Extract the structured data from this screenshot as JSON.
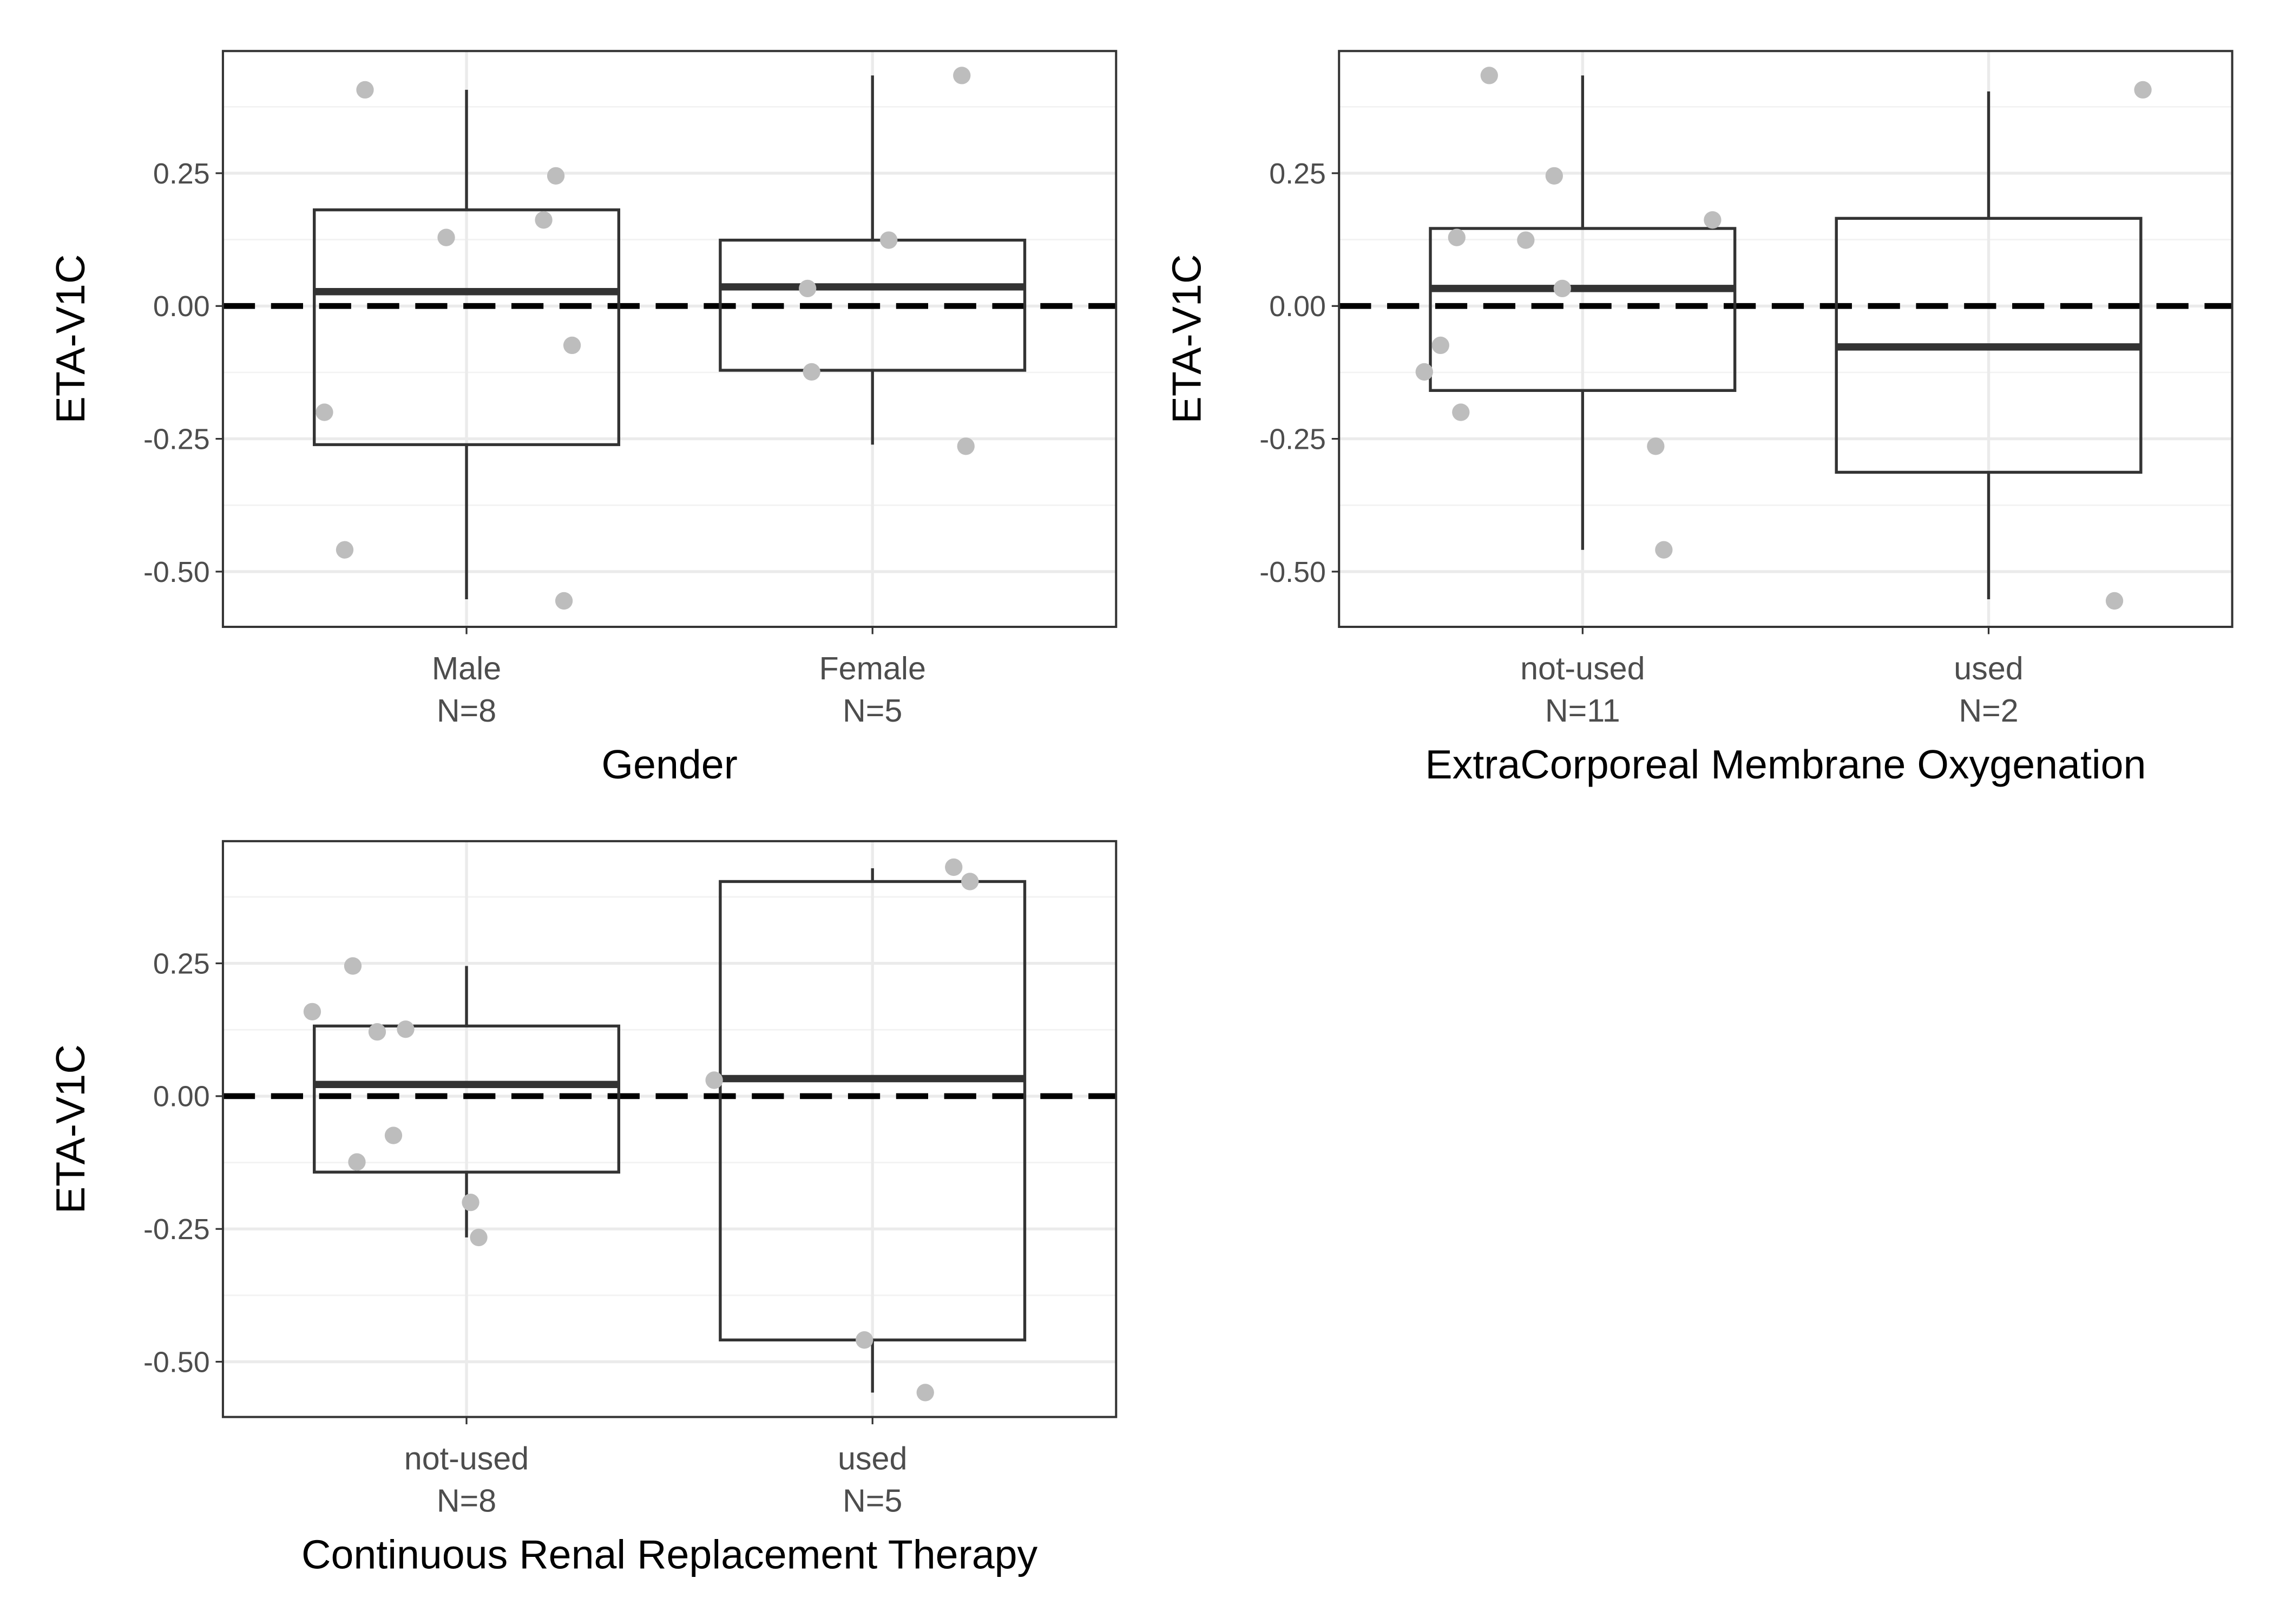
{
  "chart_data": [
    {
      "type": "box",
      "xlabel": "Gender",
      "ylabel": "ETA-V1C",
      "ylim": [
        -0.604,
        0.48
      ],
      "yticks": [
        0.25,
        0.0,
        -0.25,
        -0.5
      ],
      "ytick_labels": [
        "0.25",
        "0.00",
        "-0.25",
        "-0.50"
      ],
      "reference_line": 0,
      "grid": true,
      "categories": [
        {
          "label": "Male",
          "n_label": "N=8",
          "box": {
            "q1": -0.261,
            "median": 0.027,
            "q3": 0.181,
            "whisker_low": -0.552,
            "whisker_high": 0.407
          },
          "points": [
            {
              "y": 0.407,
              "jitter": -0.25
            },
            {
              "y": 0.129,
              "jitter": -0.05
            },
            {
              "y": 0.162,
              "jitter": 0.19
            },
            {
              "y": 0.245,
              "jitter": 0.22
            },
            {
              "y": -0.074,
              "jitter": 0.26
            },
            {
              "y": -0.2,
              "jitter": -0.35
            },
            {
              "y": -0.459,
              "jitter": -0.3
            },
            {
              "y": -0.555,
              "jitter": 0.24
            }
          ]
        },
        {
          "label": "Female",
          "n_label": "N=5",
          "box": {
            "q1": -0.121,
            "median": 0.036,
            "q3": 0.124,
            "whisker_low": -0.261,
            "whisker_high": 0.434
          },
          "points": [
            {
              "y": 0.434,
              "jitter": 0.22
            },
            {
              "y": 0.124,
              "jitter": 0.04
            },
            {
              "y": 0.033,
              "jitter": -0.16
            },
            {
              "y": -0.124,
              "jitter": -0.15
            },
            {
              "y": -0.264,
              "jitter": 0.23
            }
          ]
        }
      ]
    },
    {
      "type": "box",
      "xlabel": "ExtraCorporeal Membrane Oxygenation",
      "ylabel": "ETA-V1C",
      "ylim": [
        -0.604,
        0.48
      ],
      "yticks": [
        0.25,
        0.0,
        -0.25,
        -0.5
      ],
      "ytick_labels": [
        "0.25",
        "0.00",
        "-0.25",
        "-0.50"
      ],
      "reference_line": 0,
      "grid": true,
      "categories": [
        {
          "label": "not-used",
          "n_label": "N=11",
          "box": {
            "q1": -0.159,
            "median": 0.033,
            "q3": 0.146,
            "whisker_low": -0.459,
            "whisker_high": 0.434
          },
          "points": [
            {
              "y": 0.434,
              "jitter": -0.23
            },
            {
              "y": 0.245,
              "jitter": -0.07
            },
            {
              "y": 0.162,
              "jitter": 0.32
            },
            {
              "y": 0.129,
              "jitter": -0.31
            },
            {
              "y": 0.124,
              "jitter": -0.14
            },
            {
              "y": 0.033,
              "jitter": -0.05
            },
            {
              "y": -0.074,
              "jitter": -0.35
            },
            {
              "y": -0.124,
              "jitter": -0.39
            },
            {
              "y": -0.2,
              "jitter": -0.3
            },
            {
              "y": -0.264,
              "jitter": 0.18
            },
            {
              "y": -0.459,
              "jitter": 0.2
            }
          ]
        },
        {
          "label": "used",
          "n_label": "N=2",
          "box": {
            "q1": -0.313,
            "median": -0.077,
            "q3": 0.165,
            "whisker_low": -0.552,
            "whisker_high": 0.404
          },
          "points": [
            {
              "y": 0.407,
              "jitter": 0.38
            },
            {
              "y": -0.555,
              "jitter": 0.31
            }
          ]
        }
      ]
    },
    {
      "type": "box",
      "xlabel": "Continuous Renal Replacement Therapy",
      "ylabel": "ETA-V1C",
      "ylim": [
        -0.604,
        0.48
      ],
      "yticks": [
        0.25,
        0.0,
        -0.25,
        -0.5
      ],
      "ytick_labels": [
        "0.25",
        "0.00",
        "-0.25",
        "-0.50"
      ],
      "reference_line": 0,
      "grid": true,
      "categories": [
        {
          "label": "not-used",
          "n_label": "N=8",
          "box": {
            "q1": -0.143,
            "median": 0.022,
            "q3": 0.132,
            "whisker_low": -0.266,
            "whisker_high": 0.245
          },
          "points": [
            {
              "y": 0.159,
              "jitter": -0.38
            },
            {
              "y": 0.245,
              "jitter": -0.28
            },
            {
              "y": 0.121,
              "jitter": -0.22
            },
            {
              "y": 0.126,
              "jitter": -0.15
            },
            {
              "y": -0.074,
              "jitter": -0.18
            },
            {
              "y": -0.124,
              "jitter": -0.27
            },
            {
              "y": -0.2,
              "jitter": 0.01
            },
            {
              "y": -0.266,
              "jitter": 0.03
            }
          ]
        },
        {
          "label": "used",
          "n_label": "N=5",
          "box": {
            "q1": -0.459,
            "median": 0.033,
            "q3": 0.404,
            "whisker_low": -0.558,
            "whisker_high": 0.429
          },
          "points": [
            {
              "y": 0.431,
              "jitter": 0.2
            },
            {
              "y": 0.404,
              "jitter": 0.24
            },
            {
              "y": 0.03,
              "jitter": -0.39
            },
            {
              "y": -0.459,
              "jitter": -0.02
            },
            {
              "y": -0.558,
              "jitter": 0.13
            }
          ]
        }
      ]
    }
  ]
}
